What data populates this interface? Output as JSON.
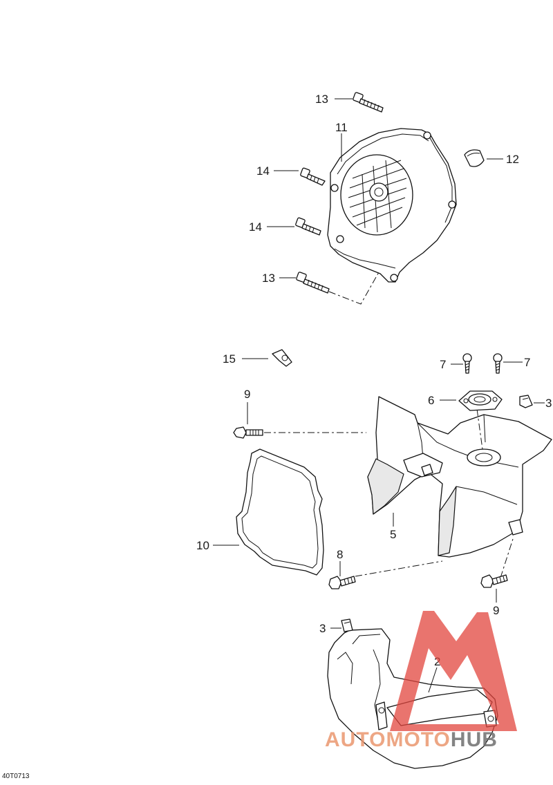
{
  "diagram": {
    "code": "40T0713"
  },
  "callouts": {
    "c13a": "13",
    "c11": "11",
    "c12": "12",
    "c14a": "14",
    "c14b": "14",
    "c13b": "13",
    "c15": "15",
    "c7a": "7",
    "c7b": "7",
    "c6": "6",
    "c3a": "3",
    "c9a": "9",
    "c5": "5",
    "c10": "10",
    "c8": "8",
    "c9b": "9",
    "c3b": "3",
    "c2": "2"
  },
  "watermark": {
    "part1": "AUTOMOTO",
    "part2": "HUB",
    "triangle_color": "#e2463e"
  }
}
